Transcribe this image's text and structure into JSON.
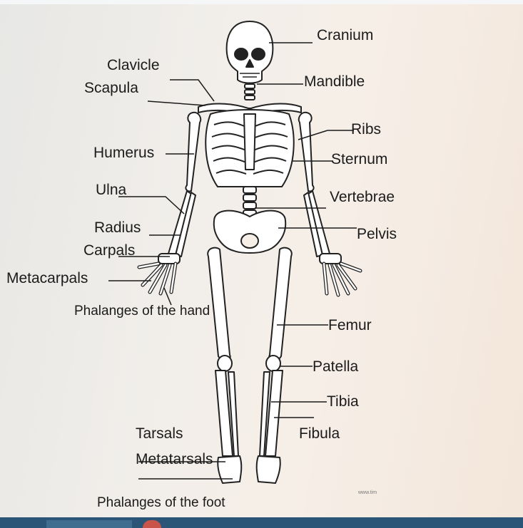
{
  "labels": {
    "cranium": "Cranium",
    "clavicle": "Clavicle",
    "scapula": "Scapula",
    "mandible": "Mandible",
    "ribs": "Ribs",
    "humerus": "Humerus",
    "sternum": "Sternum",
    "ulna": "Ulna",
    "vertebrae": "Vertebrae",
    "radius": "Radius",
    "pelvis": "Pelvis",
    "carpals": "Carpals",
    "metacarpals": "Metacarpals",
    "phalanges_hand": "Phalanges of the hand",
    "femur": "Femur",
    "patella": "Patella",
    "tibia": "Tibia",
    "fibula": "Fibula",
    "tarsals": "Tarsals",
    "metatarsals": "Metatarsals",
    "phalanges_foot": "Phalanges of the foot"
  },
  "watermark": "www.tim"
}
